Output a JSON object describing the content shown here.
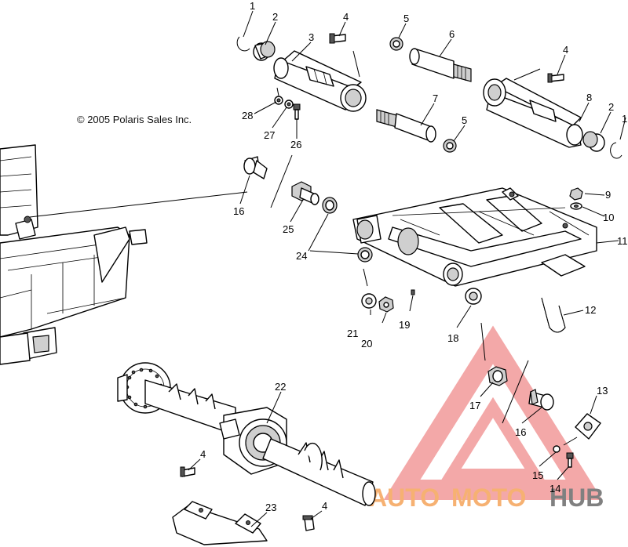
{
  "copyright": "© 2005 Polaris Sales Inc.",
  "callouts": [
    {
      "id": "c1a",
      "label": "1"
    },
    {
      "id": "c2a",
      "label": "2"
    },
    {
      "id": "c3",
      "label": "3"
    },
    {
      "id": "c4a",
      "label": "4"
    },
    {
      "id": "c5a",
      "label": "5"
    },
    {
      "id": "c6",
      "label": "6"
    },
    {
      "id": "c4b",
      "label": "4"
    },
    {
      "id": "c8",
      "label": "8"
    },
    {
      "id": "c2b",
      "label": "2"
    },
    {
      "id": "c1b",
      "label": "1"
    },
    {
      "id": "c7",
      "label": "7"
    },
    {
      "id": "c5b",
      "label": "5"
    },
    {
      "id": "c28",
      "label": "28"
    },
    {
      "id": "c27",
      "label": "27"
    },
    {
      "id": "c26",
      "label": "26"
    },
    {
      "id": "c9",
      "label": "9"
    },
    {
      "id": "c10",
      "label": "10"
    },
    {
      "id": "c11",
      "label": "11"
    },
    {
      "id": "c16a",
      "label": "16"
    },
    {
      "id": "c25",
      "label": "25"
    },
    {
      "id": "c24",
      "label": "24"
    },
    {
      "id": "c12",
      "label": "12"
    },
    {
      "id": "c21",
      "label": "21"
    },
    {
      "id": "c20",
      "label": "20"
    },
    {
      "id": "c19",
      "label": "19"
    },
    {
      "id": "c18",
      "label": "18"
    },
    {
      "id": "c22",
      "label": "22"
    },
    {
      "id": "c17",
      "label": "17"
    },
    {
      "id": "c16b",
      "label": "16"
    },
    {
      "id": "c13",
      "label": "13"
    },
    {
      "id": "c15",
      "label": "15"
    },
    {
      "id": "c14",
      "label": "14"
    },
    {
      "id": "c4c",
      "label": "4"
    },
    {
      "id": "c23",
      "label": "23"
    },
    {
      "id": "c4d",
      "label": "4"
    }
  ],
  "watermark": {
    "part1": "AUTO",
    "part2": "MOTO",
    "part3": "HUB",
    "color_primary": "#f5a45a",
    "color_secondary": "#e8e8e8",
    "color_triangle": "#f08a8a"
  }
}
